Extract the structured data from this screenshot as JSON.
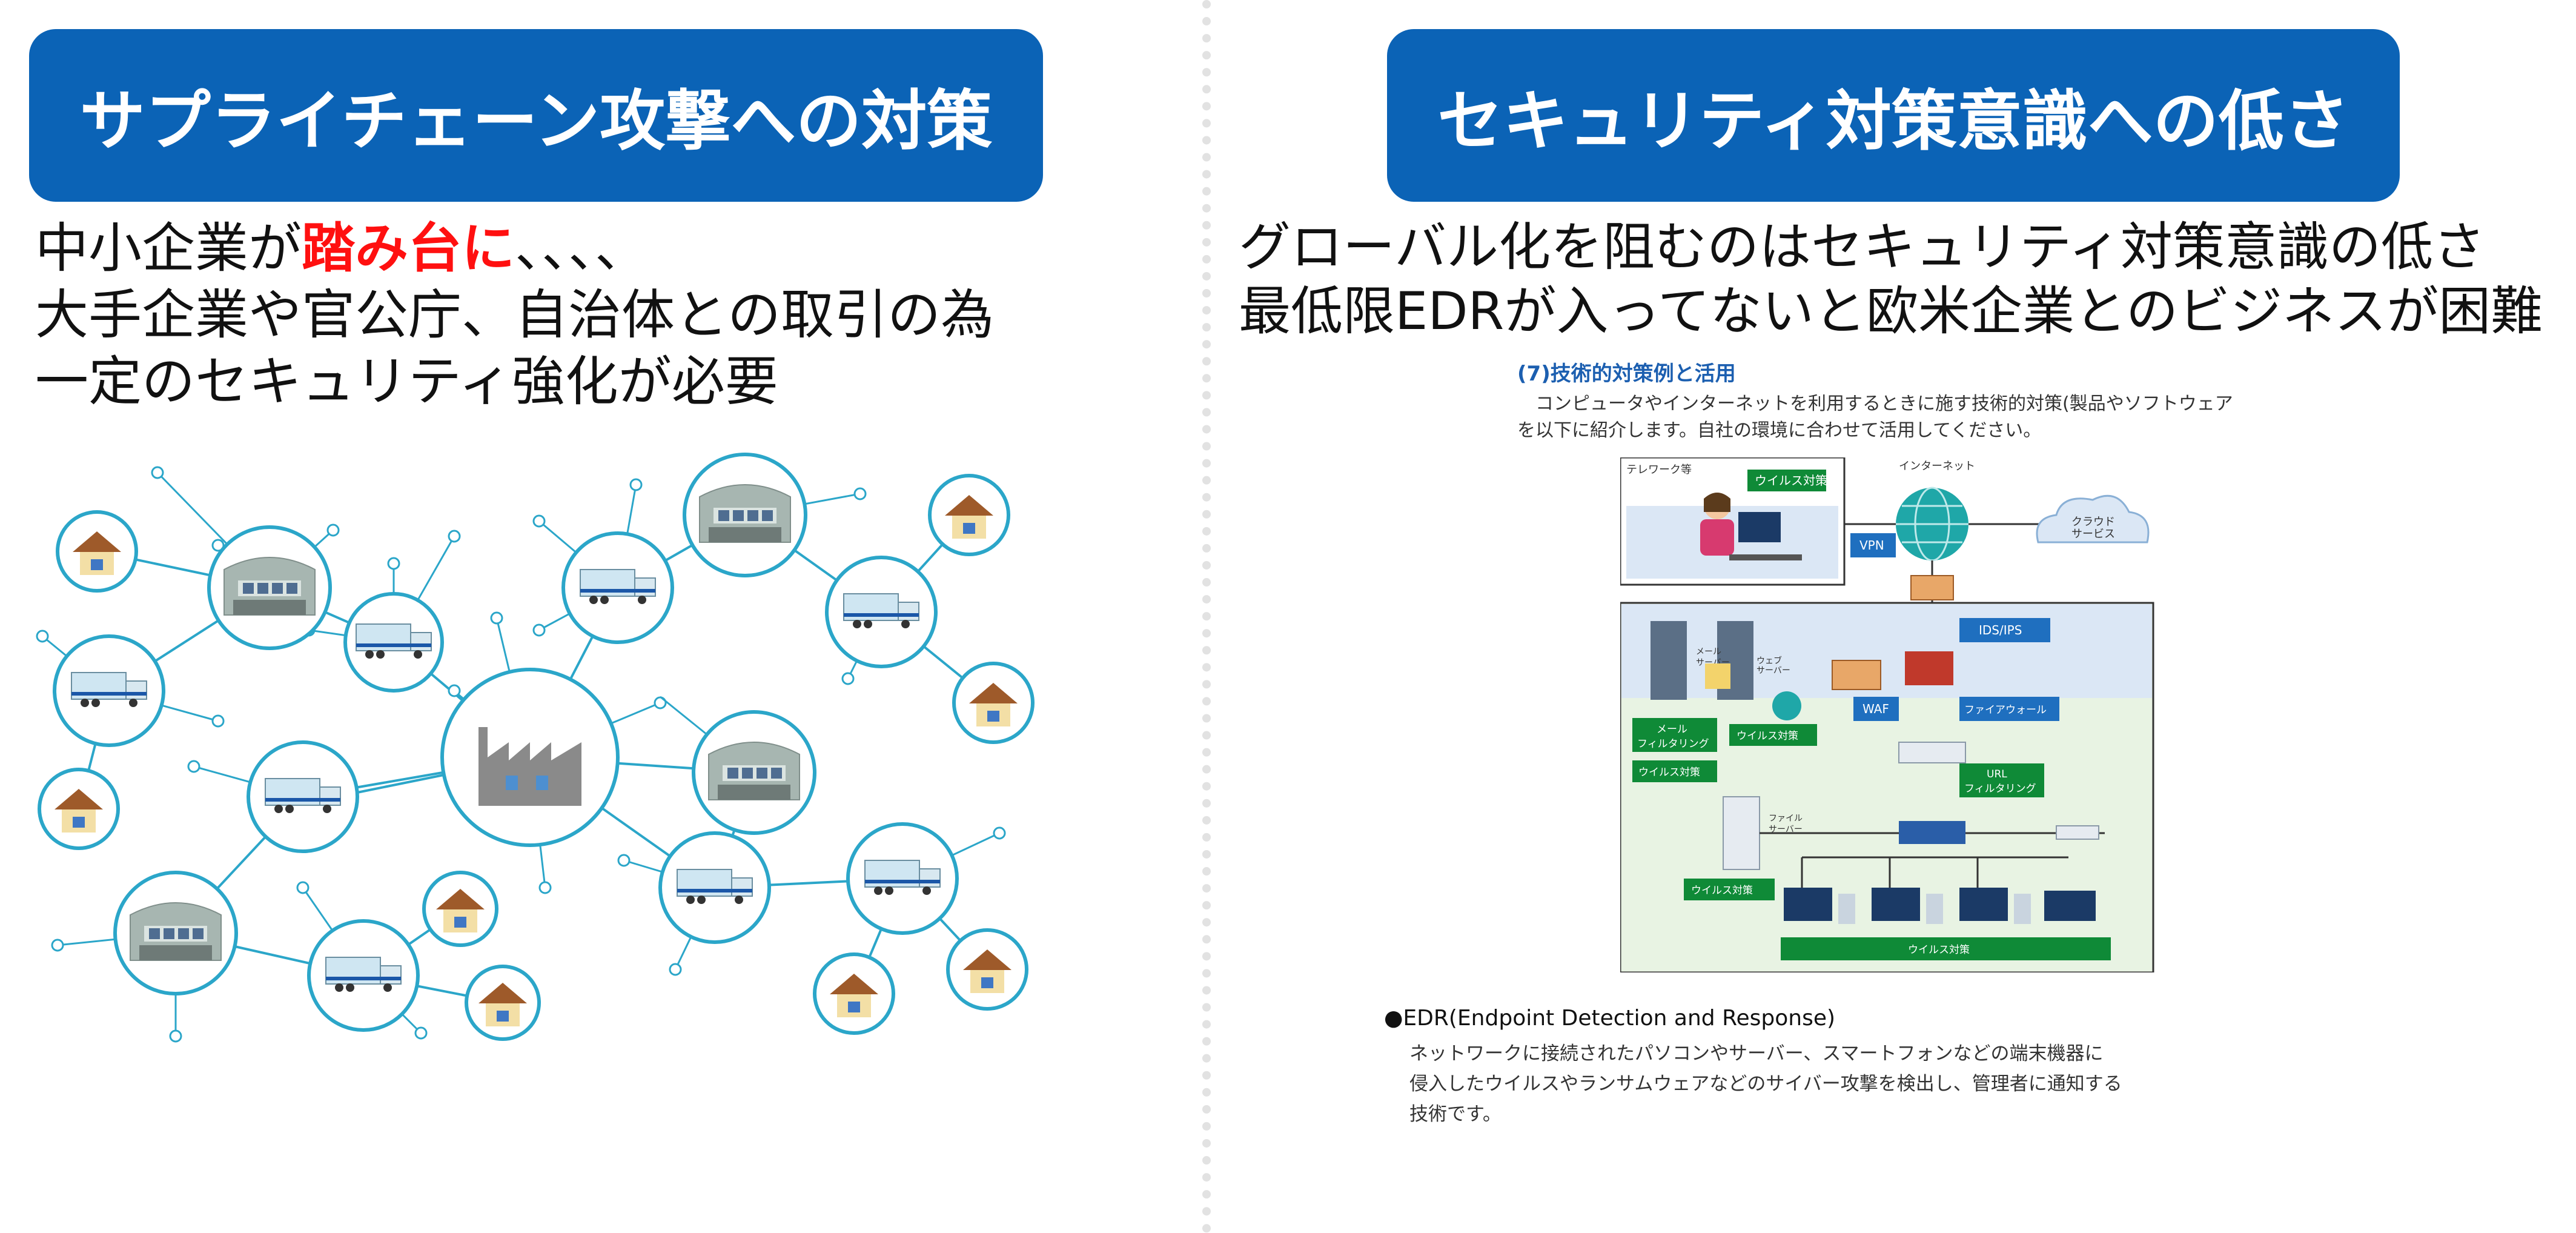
{
  "left": {
    "title": "サプライチェーン攻撃への対策",
    "line1_pre": "中小企業が",
    "line1_red": "踏み台に",
    "line1_post": "、、、、",
    "line2": "大手企業や官公庁、自治体との取引の為",
    "line3": "一定のセキュリティ強化が必要"
  },
  "right": {
    "title": "セキュリティ対策意識への低さ",
    "line1": "グローバル化を阻むのはセキュリティ対策意識の低さ",
    "line2": "最低限EDRが入ってないと欧米企業とのビジネスが困難"
  },
  "doc": {
    "heading": "(7)技術的対策例と活用",
    "para1": "コンピュータやインターネットを利用するときに施す技術的対策(製品やソフトウェア",
    "para2": "を以下に紹介します。自社の環境に合わせて活用してください。",
    "edr_title": "●EDR(Endpoint Detection and Response)",
    "edr1": "ネットワークに接続されたパソコンやサーバー、スマートフォンなどの端末機器に",
    "edr2": "侵入したウイルスやランサムウェアなどのサイバー攻撃を検出し、管理者に通知する",
    "edr3": "技術です。"
  },
  "diagram": {
    "telework": "テレワーク等",
    "virus": "ウイルス対策",
    "internet": "インターネット",
    "cloud1": "クラウド",
    "cloud2": "サービス",
    "vpn": "VPN",
    "ids": "IDS/IPS",
    "mail_server1": "メール",
    "mail_server2": "サーバー",
    "web_server1": "ウェブ",
    "web_server2": "サーバー",
    "waf": "WAF",
    "firewall": "ファイアウォール",
    "mail_filter1": "メール",
    "mail_filter2": "フィルタリング",
    "url1": "URL",
    "url2": "フィルタリング",
    "file_server1": "ファイル",
    "file_server2": "サーバー"
  },
  "colors": {
    "title_bg": "#0b63b6",
    "accent_red": "#ff1010",
    "node_ring": "#2ba6c9",
    "green": "#0f8a37"
  }
}
